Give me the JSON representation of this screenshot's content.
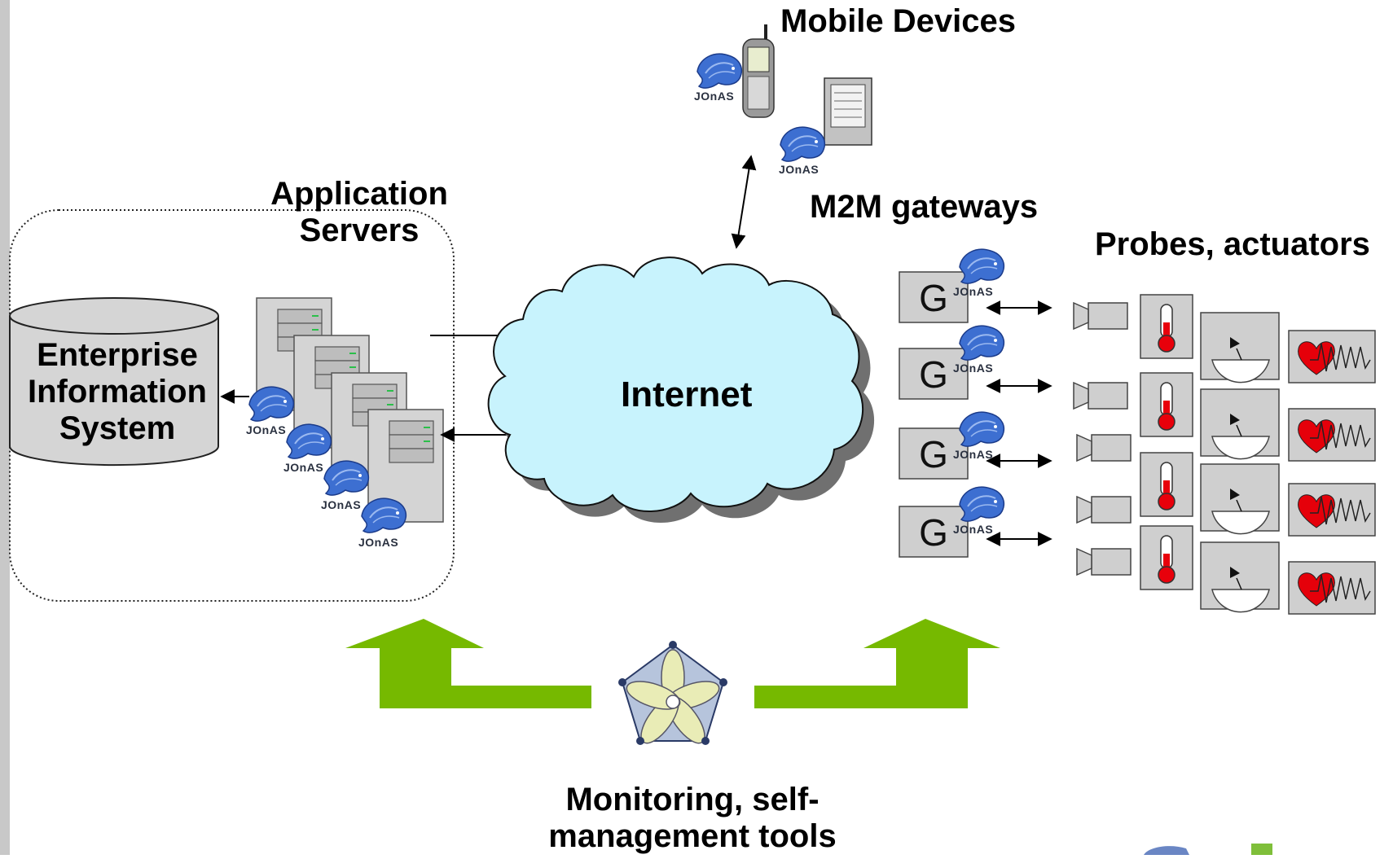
{
  "labels": {
    "mobile_devices": "Mobile Devices",
    "application_servers_line1": "Application",
    "application_servers_line2": "Servers",
    "m2m_gateways": "M2M gateways",
    "probes_actuators": "Probes, actuators",
    "eis_line1": "Enterprise",
    "eis_line2": "Information",
    "eis_line3": "System",
    "internet": "Internet",
    "monitoring_line1": "Monitoring, self-",
    "monitoring_line2": "management tools"
  },
  "gateway_letter": "G",
  "jonas_tag": "JOnAS",
  "colors": {
    "cloud_fill": "#c8f3fd",
    "cloud_shadow": "#707070",
    "green_arrow": "#76b900",
    "device_fill": "#cfcfcf",
    "thermo_red": "#e8000b",
    "heart_red": "#e5000a",
    "left_strip": "#c8c8c8"
  },
  "icons": [
    "jonas-logo-icon",
    "mobile-phone-icon",
    "pda-icon",
    "server-icon",
    "camera-icon",
    "thermometer-icon",
    "gauge-icon",
    "heart-monitor-icon",
    "management-flower-icon"
  ]
}
